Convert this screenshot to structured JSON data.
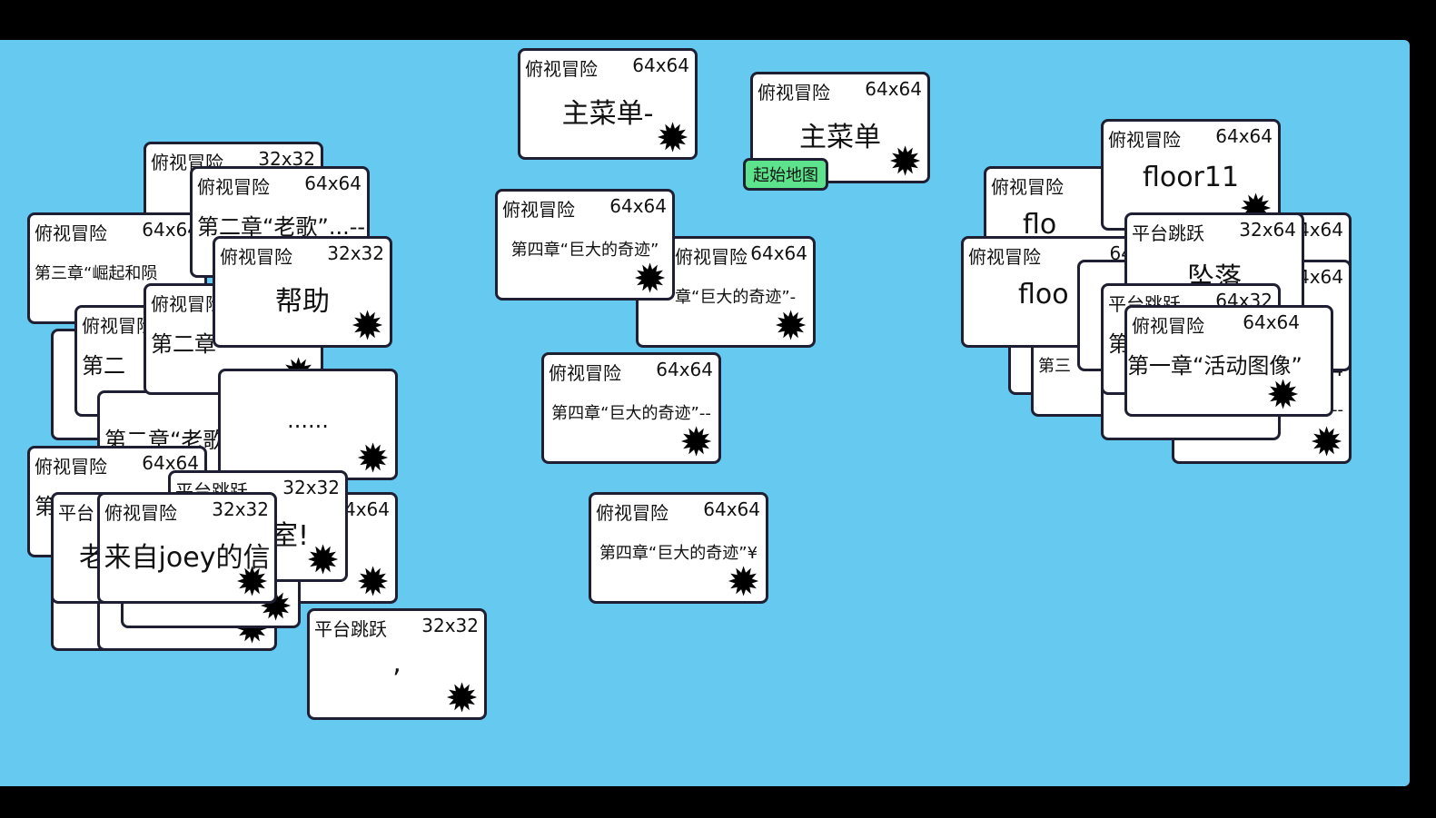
{
  "gear_icon": "✹",
  "start_tag": "起始地图",
  "cards": [
    {
      "id": "c_l1",
      "kind": "俯视冒险",
      "size": "32x32",
      "name": ""
    },
    {
      "id": "c_l2",
      "kind": "俯视冒险",
      "size": "64x64",
      "name": "第三章“崛起和陨"
    },
    {
      "id": "c_l3",
      "kind": "俯视冒险",
      "size": "64x64",
      "name": "第二章“老歌”...--"
    },
    {
      "id": "c_l4",
      "kind": "俯视冒险",
      "size": "",
      "name": "第二"
    },
    {
      "id": "c_l5",
      "kind": "俯视冒险",
      "size": "",
      "name": "第二章"
    },
    {
      "id": "c_l6",
      "kind": "",
      "size": "",
      "name": "第二章“老歌”)"
    },
    {
      "id": "c_l7",
      "kind": "",
      "size": "",
      "name": "......"
    },
    {
      "id": "c_l8",
      "kind": "俯视冒险",
      "size": "32x32",
      "name": "帮助"
    },
    {
      "id": "c_l9",
      "kind": "俯视冒险",
      "size": "64x64",
      "name": "第"
    },
    {
      "id": "c_l10",
      "kind": "平台跳跃",
      "size": "32x32",
      "name": "室!"
    },
    {
      "id": "c_l11",
      "kind": "平台",
      "size": "",
      "name": "老"
    },
    {
      "id": "c_l12",
      "kind": "俯视冒险",
      "size": "32x32",
      "name": "来自joey的信"
    },
    {
      "id": "c_l13",
      "kind": "",
      "size": "4x64",
      "name": ""
    },
    {
      "id": "c_l14",
      "kind": "平台跳跃",
      "size": "32x32",
      "name": ","
    },
    {
      "id": "c_m1",
      "kind": "俯视冒险",
      "size": "64x64",
      "name": "主菜单-"
    },
    {
      "id": "c_m2",
      "kind": "俯视冒险",
      "size": "64x64",
      "name": "主菜单"
    },
    {
      "id": "c_m3",
      "kind": "俯视冒险",
      "size": "64x64",
      "name": "章“巨大的奇迹”-"
    },
    {
      "id": "c_m4",
      "kind": "俯视冒险",
      "size": "64x64",
      "name": "第四章“巨大的奇迹”"
    },
    {
      "id": "c_m5",
      "kind": "俯视冒险",
      "size": "64x64",
      "name": "第四章“巨大的奇迹”--"
    },
    {
      "id": "c_m6",
      "kind": "俯视冒险",
      "size": "64x64",
      "name": "第四章“巨大的奇迹”¥"
    },
    {
      "id": "c_r1",
      "kind": "俯视冒险",
      "size": "",
      "name": "flo"
    },
    {
      "id": "c_r2",
      "kind": "俯视冒险",
      "size": "64x64",
      "name": "floor11"
    },
    {
      "id": "c_r3",
      "kind": "俯视冒险",
      "size": "64",
      "name": "floo"
    },
    {
      "id": "c_r4",
      "kind": "",
      "size": "4x64",
      "name": ""
    },
    {
      "id": "c_r5",
      "kind": "",
      "size": "4x64",
      "name": ""
    },
    {
      "id": "c_r6",
      "kind": "平台跳跃",
      "size": "32x64",
      "name": "坠落"
    },
    {
      "id": "c_r7",
      "kind": "俯视",
      "size": "",
      "name": "第三"
    },
    {
      "id": "c_r8",
      "kind": "平台跳跃",
      "size": "64x32",
      "name": "第"
    },
    {
      "id": "c_r9",
      "kind": "",
      "size": "64",
      "name": "--"
    },
    {
      "id": "c_r10",
      "kind": "俯视冒险",
      "size": "64x64",
      "name": "第一章“活动图像”"
    }
  ]
}
